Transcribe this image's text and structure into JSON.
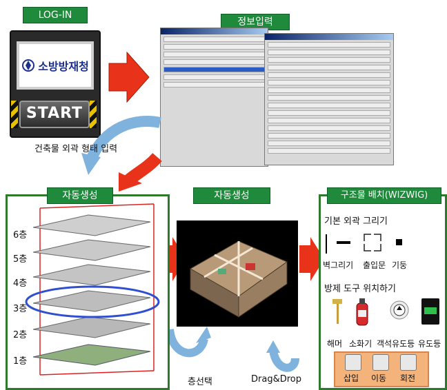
{
  "login": {
    "label": "LOG-IN",
    "logo_text": "소방방재청",
    "start_label": "START"
  },
  "info_input": {
    "label": "정보입력"
  },
  "exterior_input_label": "건축물 외곽 형태 입력",
  "auto_gen_left": {
    "label": "자동생성",
    "floors": [
      "6층",
      "5층",
      "4층",
      "3층",
      "2층",
      "1층"
    ]
  },
  "auto_gen_middle": {
    "label": "자동생성",
    "floor_select_label": "층선택",
    "drag_drop_label": "Drag&Drop"
  },
  "structure_placement": {
    "label": "구조물 배치(WIZWIG)",
    "basic_outline_heading": "기본 외곽 그리기",
    "basic_tools": [
      "벽그리기",
      "출입문",
      "기둥"
    ],
    "fire_tools_heading": "방제 도구 위치하기",
    "fire_tools": [
      "해머",
      "소화기",
      "객석유도등",
      "유도등"
    ],
    "edit_tools": [
      "삽입",
      "이동",
      "회전"
    ]
  },
  "colors": {
    "green_label": "#1f8a3b",
    "panel_border": "#2d7a2d",
    "arrow_red": "#e8331a",
    "arrow_blue": "#7fb3dd",
    "ellipse_blue": "#2f4fd0",
    "tool_box_bg": "#f3b37a"
  }
}
